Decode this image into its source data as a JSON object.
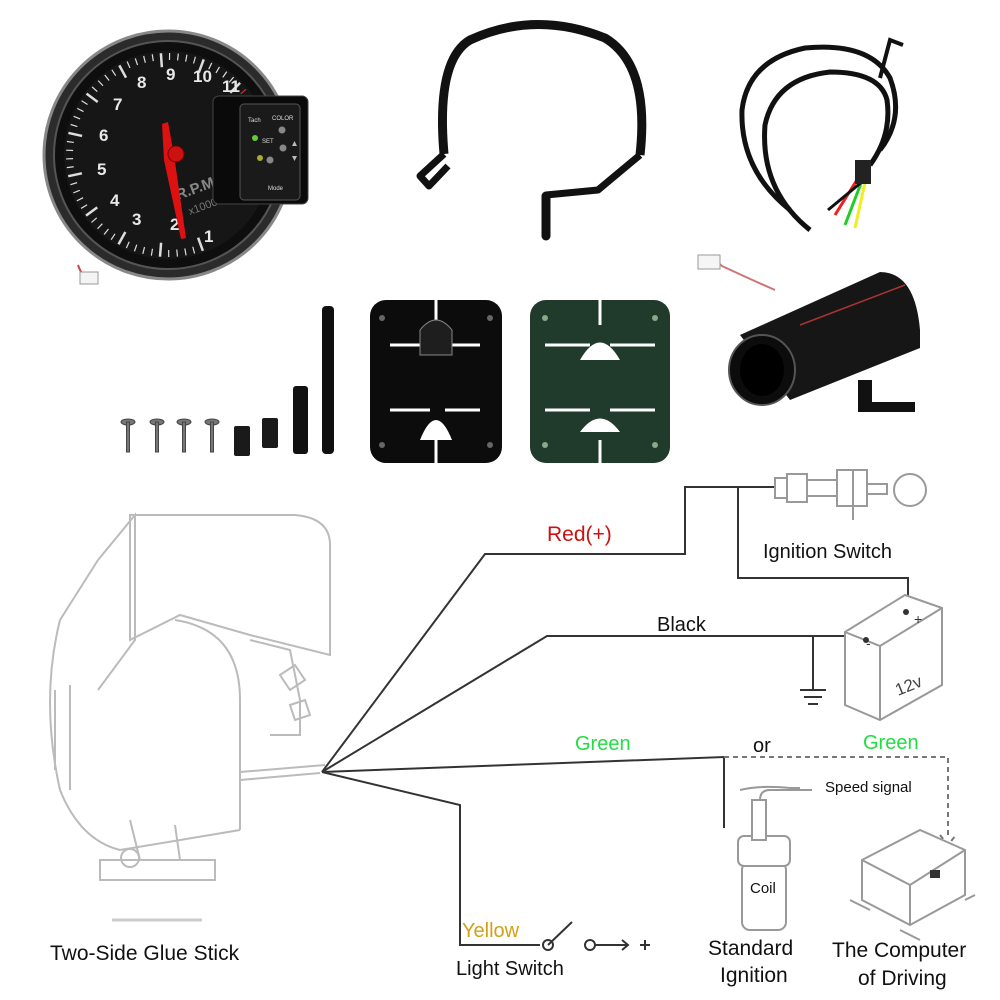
{
  "gauge": {
    "dial_numbers": [
      "1",
      "2",
      "3",
      "4",
      "5",
      "6",
      "7",
      "8",
      "9",
      "10",
      "11"
    ],
    "unit_text": "R.P.M.",
    "scale_text": "x1000",
    "panel": {
      "tach": "Tach",
      "color": "COLOR",
      "set": "SET",
      "mode": "Mode"
    }
  },
  "wires": {
    "red": "Red(+)",
    "black": "Black",
    "green_left": "Green",
    "or": "or",
    "green_right": "Green",
    "yellow": "Yellow"
  },
  "components": {
    "ignition_switch": "Ignition Switch",
    "battery": "12v",
    "speed_signal": "Speed signal",
    "coil": "Coil",
    "standard_ignition_line1": "Standard",
    "standard_ignition_line2": "Ignition",
    "computer_line1": "The Computer",
    "computer_line2": "of Driving",
    "light_switch": "Light Switch",
    "glue_stick": "Two-Side Glue Stick"
  },
  "colors": {
    "red_label": "#cc1111",
    "green_label": "#22dd44",
    "yellow_label": "#d4a017",
    "line": "#333333",
    "gauge_face": "#161616",
    "needle": "#dd1111",
    "gasket_green": "#203b2c"
  }
}
